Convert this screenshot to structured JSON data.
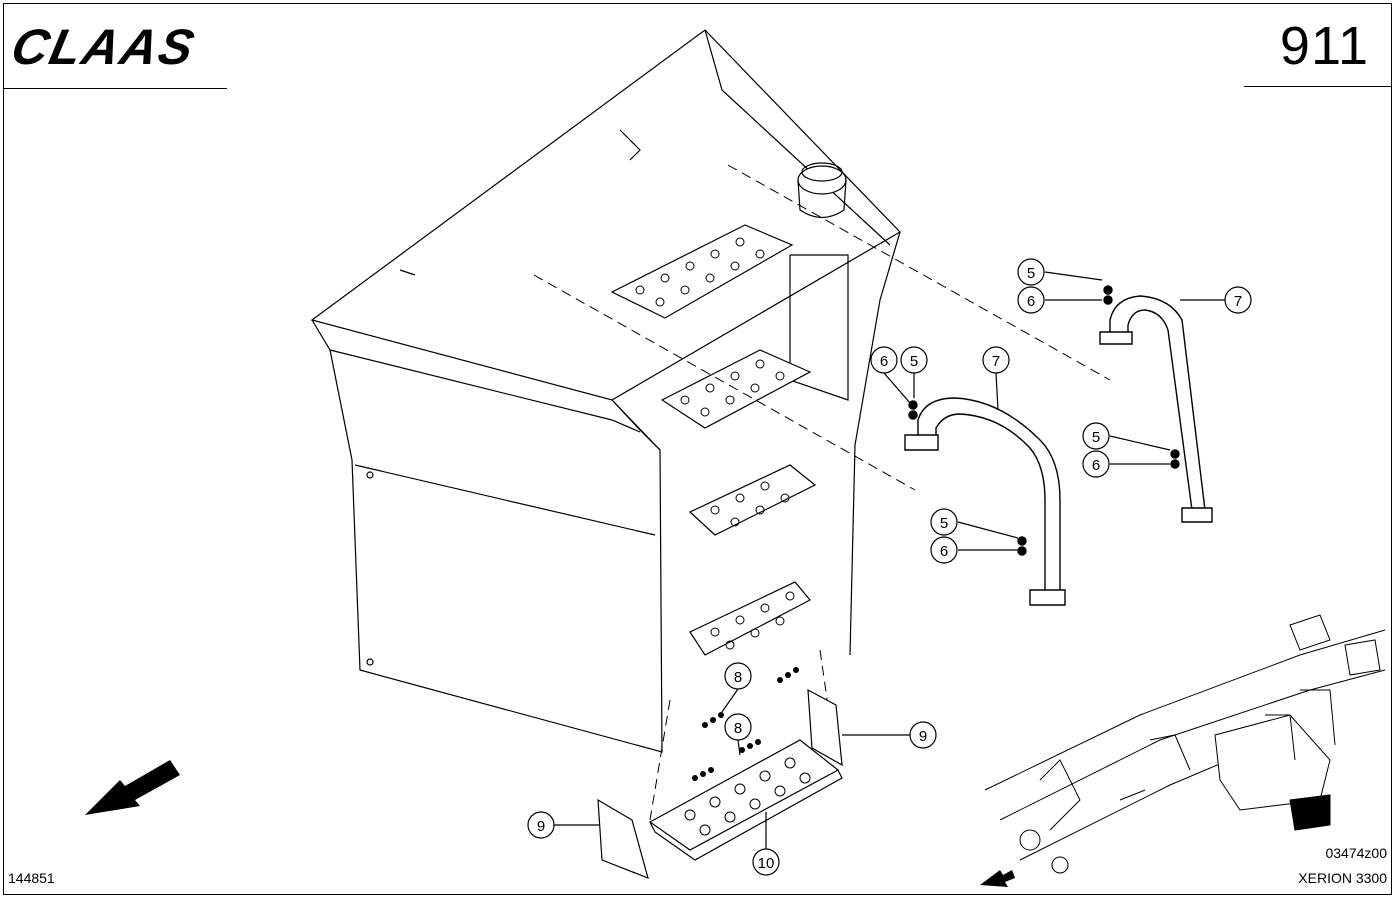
{
  "header": {
    "brand_logo": "CLAAS",
    "page_number": "911"
  },
  "footer": {
    "document_number": "144851",
    "image_reference": "03474z00",
    "model": "XERION 3300"
  },
  "callouts": [
    "5",
    "6",
    "7",
    "8",
    "9",
    "10"
  ]
}
